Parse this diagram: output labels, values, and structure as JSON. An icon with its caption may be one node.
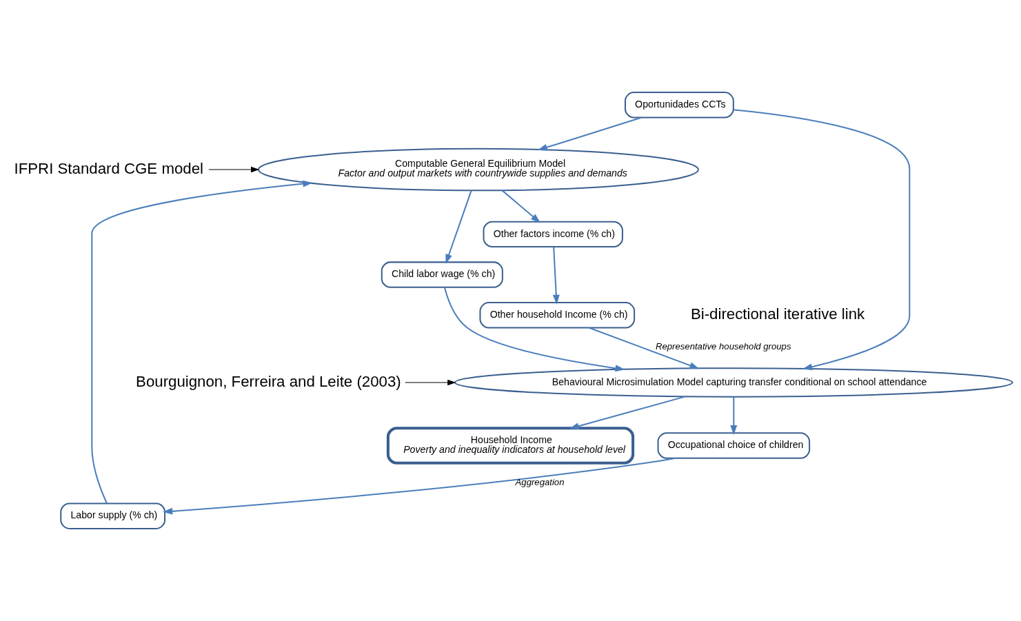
{
  "diagram": {
    "nodes": [
      {
        "text": [
          "Computable General Equilibrium Model",
          "Factor and output markets with countrywide supplies and demands"
        ]
      },
      {
        "text": [
          "Labor supply (% ch)"
        ]
      },
      {
        "text": [
          "Oportunidades CCTs"
        ]
      },
      {
        "text": [
          "Occupational choice of children"
        ]
      },
      {
        "text": [
          "Child labor wage (% ch)"
        ]
      },
      {
        "text": [
          "Other factors income (% ch)"
        ]
      },
      {
        "text": [
          "Other household Income (% ch)"
        ]
      },
      {
        "text": [
          "Behavioural Microsimulation Model capturing transfer conditional on school attendance"
        ]
      },
      {
        "text": [
          "Household Income",
          "Poverty and inequality indicators at household level"
        ]
      },
      {
        "text": [
          "IFPRI Standard CGE model"
        ]
      },
      {
        "text": [
          "Bourguignon, Ferreira and Leite (2003)"
        ]
      }
    ],
    "edges": [
      {
        "from": 2,
        "to": 0,
        "arrow": "to"
      },
      {
        "from": 2,
        "to": 7,
        "arrow": "to"
      },
      {
        "from": 1,
        "to": 0,
        "arrow": "to"
      },
      {
        "from": 3,
        "to": 1,
        "arrow": "to",
        "label": "Aggregation"
      },
      {
        "from": 7,
        "to": 3,
        "arrow": "to"
      },
      {
        "from": 0,
        "to": 4,
        "arrow": "to"
      },
      {
        "from": 4,
        "to": 7,
        "arrow": "to"
      },
      {
        "from": 0,
        "to": 5,
        "arrow": "to"
      },
      {
        "from": 5,
        "to": 6,
        "arrow": "to"
      },
      {
        "from": 6,
        "to": 7,
        "arrow": "to",
        "label": "Representative household groups"
      },
      {
        "from": 7,
        "to": 8,
        "arrow": "to"
      },
      {
        "from": 9,
        "to": 0,
        "arrow": "to",
        "color": "#000000"
      },
      {
        "from": 10,
        "to": 7,
        "arrow": "to",
        "color": "#000000"
      }
    ],
    "labels": [
      "Bi-directional iterative link"
    ]
  }
}
